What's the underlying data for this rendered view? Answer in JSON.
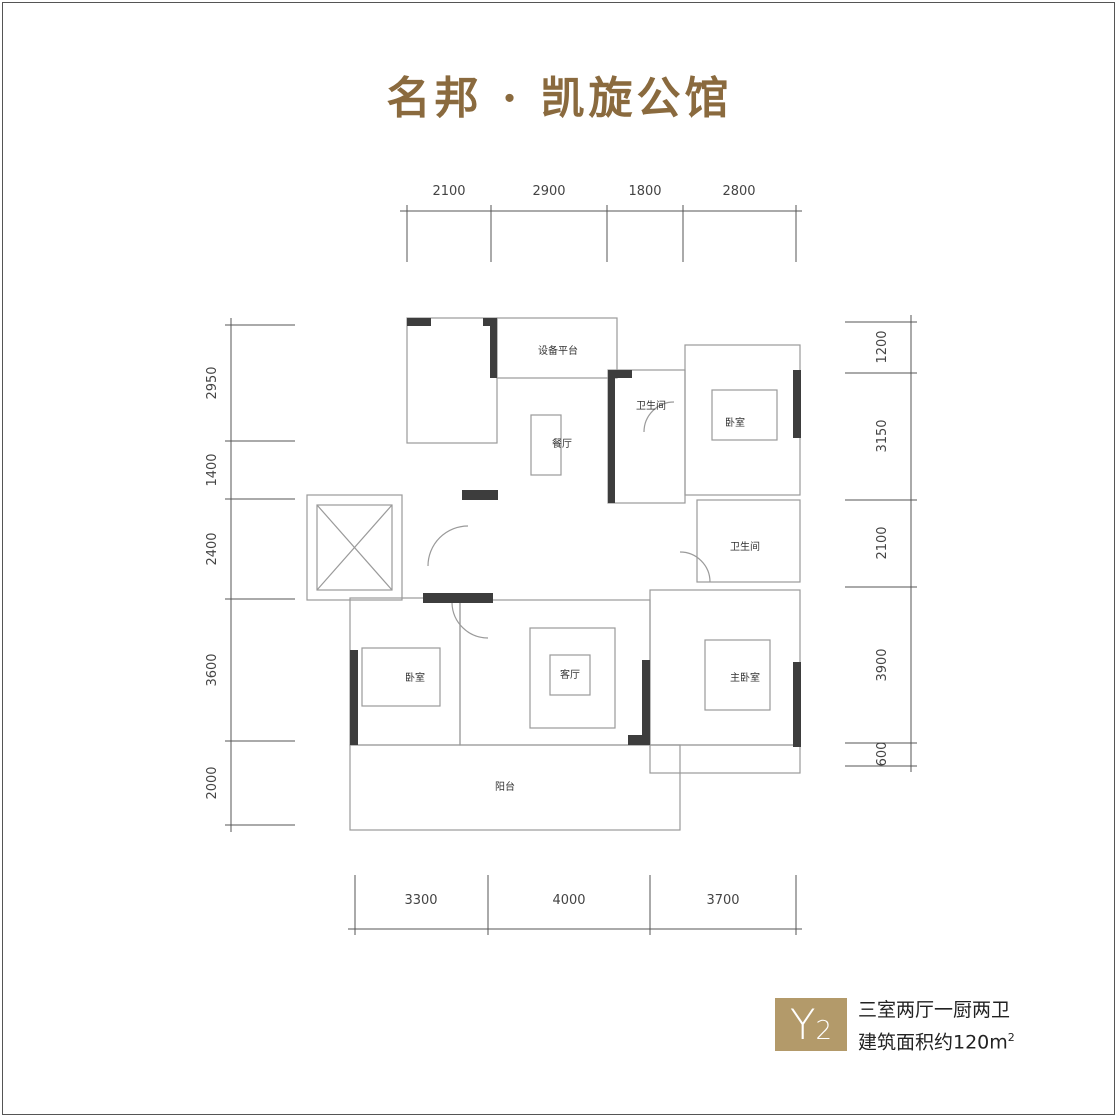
{
  "title": "名邦 · 凯旋公馆",
  "dimensions": {
    "top": [
      "2100",
      "2900",
      "1800",
      "2800"
    ],
    "bottom": [
      "3300",
      "4000",
      "3700"
    ],
    "left": [
      "2950",
      "1400",
      "2400",
      "3600",
      "2000"
    ],
    "right": [
      "1200",
      "3150",
      "2100",
      "3900",
      "600"
    ]
  },
  "rooms": {
    "equipment": "设备平台",
    "dining": "餐厅",
    "bath1": "卫生间",
    "bedroom1": "卧室",
    "bath2": "卫生间",
    "bedroom2": "卧室",
    "living": "客厅",
    "master": "主卧室",
    "balcony": "阳台"
  },
  "unit": {
    "code_letter": "Y",
    "code_number": "2",
    "layout": "三室两厅一厨两卫",
    "area_prefix": "建筑面积约120m",
    "area_sup": "2"
  },
  "colors": {
    "title": "#8a6a3e",
    "badge": "#b39a6a",
    "wall": "#3d3d3d",
    "line": "#9a9a9a"
  }
}
